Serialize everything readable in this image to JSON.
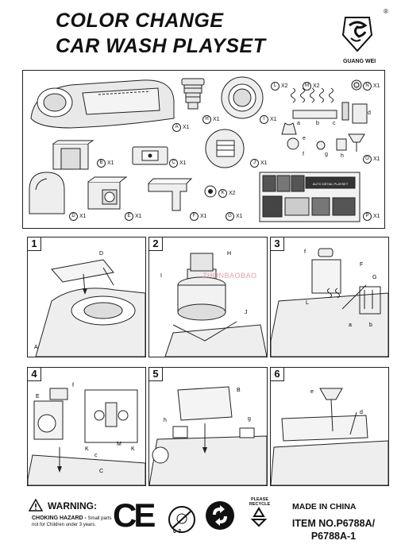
{
  "header": {
    "title_line1": "COLOR CHANGE",
    "title_line2": "CAR WASH PLAYSET",
    "brand": "GUANG WEI",
    "registered": "®"
  },
  "parts": [
    {
      "letter": "A",
      "qty": "X1"
    },
    {
      "letter": "B",
      "qty": "X1"
    },
    {
      "letter": "C",
      "qty": "X1"
    },
    {
      "letter": "D",
      "qty": "X1"
    },
    {
      "letter": "E",
      "qty": "X1"
    },
    {
      "letter": "F",
      "qty": "X1"
    },
    {
      "letter": "G",
      "qty": "X1"
    },
    {
      "letter": "H",
      "qty": "X1"
    },
    {
      "letter": "I",
      "qty": "X1"
    },
    {
      "letter": "J",
      "qty": "X1"
    },
    {
      "letter": "K",
      "qty": "X2"
    },
    {
      "letter": "L",
      "qty": "X2"
    },
    {
      "letter": "M",
      "qty": "X2"
    },
    {
      "letter": "N",
      "qty": "X1"
    },
    {
      "letter": "O",
      "qty": "X1"
    },
    {
      "letter": "P",
      "qty": "X1"
    }
  ],
  "sub_parts": [
    "a",
    "b",
    "c",
    "d",
    "e",
    "f",
    "g",
    "h"
  ],
  "steps": [
    {
      "num": "1",
      "callouts": [
        "D",
        "A"
      ]
    },
    {
      "num": "2",
      "callouts": [
        "H",
        "I",
        "J"
      ]
    },
    {
      "num": "3",
      "callouts": [
        "f",
        "F",
        "G",
        "L",
        "a",
        "b"
      ]
    },
    {
      "num": "4",
      "callouts": [
        "E",
        "f",
        "K",
        "M",
        "K",
        "c",
        "C"
      ]
    },
    {
      "num": "5",
      "callouts": [
        "B",
        "h",
        "g"
      ]
    },
    {
      "num": "6",
      "callouts": [
        "e",
        "d"
      ]
    }
  ],
  "sticker_label": "AUTO DETAIL PLAYSET",
  "watermark": "ZHONBAOBAO",
  "footer": {
    "warning_title": "WARNING:",
    "warning_bold": "CHOKING HAZARD -",
    "warning_text1": "Small parts",
    "warning_text2": "not for Children under 3 years.",
    "ce_mark": "CE",
    "age_label": "0-3",
    "please_recycle": "PLEASE RECYCLE",
    "made_in": "MADE IN CHINA",
    "item_line1": "ITEM NO.P6788A/",
    "item_line2": "P6788A-1"
  }
}
